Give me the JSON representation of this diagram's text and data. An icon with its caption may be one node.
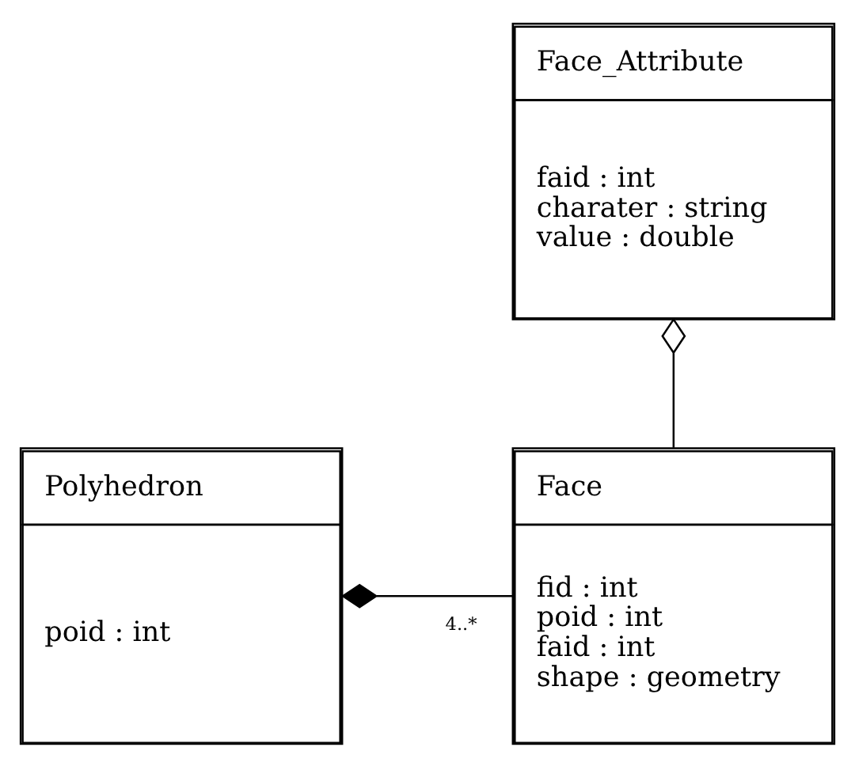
{
  "diagram": {
    "nodes": [
      {
        "text": [
          "Face_Attribute",
          "faid : int",
          "charater : string",
          "value : double"
        ]
      },
      {
        "text": [
          "Polyhedron",
          "poid : int"
        ]
      },
      {
        "text": [
          "Face",
          "fid : int",
          "poid : int",
          "faid : int",
          "shape : geometry"
        ]
      }
    ],
    "edges": [
      {
        "from": 0,
        "to": 2,
        "arrow": "other"
      },
      {
        "from": 1,
        "to": 2,
        "arrow": "other",
        "label": "4..*"
      }
    ]
  }
}
